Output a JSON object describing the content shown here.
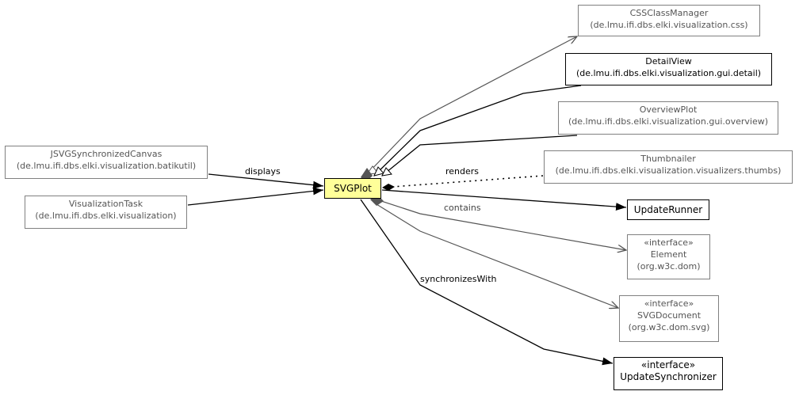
{
  "nodes": {
    "css_class_manager": {
      "name": "CSSClassManager",
      "package": "(de.lmu.ifi.dbs.elki.visualization.css)"
    },
    "detail_view": {
      "name": "DetailView",
      "package": "(de.lmu.ifi.dbs.elki.visualization.gui.detail)"
    },
    "overview_plot": {
      "name": "OverviewPlot",
      "package": "(de.lmu.ifi.dbs.elki.visualization.gui.overview)"
    },
    "thumbnailer": {
      "name": "Thumbnailer",
      "package": "(de.lmu.ifi.dbs.elki.visualization.visualizers.thumbs)"
    },
    "jsvg_canvas": {
      "name": "JSVGSynchronizedCanvas",
      "package": "(de.lmu.ifi.dbs.elki.visualization.batikutil)"
    },
    "visualization_task": {
      "name": "VisualizationTask",
      "package": "(de.lmu.ifi.dbs.elki.visualization)"
    },
    "svg_plot": {
      "name": "SVGPlot"
    },
    "update_runner": {
      "name": "UpdateRunner"
    },
    "element": {
      "stereotype": "«interface»",
      "name": "Element",
      "package": "(org.w3c.dom)"
    },
    "svg_document": {
      "stereotype": "«interface»",
      "name": "SVGDocument",
      "package": "(org.w3c.dom.svg)"
    },
    "update_synchronizer": {
      "stereotype": "«interface»",
      "name": "UpdateSynchronizer"
    }
  },
  "edges": {
    "displays": "displays",
    "renders": "renders",
    "contains": "contains",
    "synchronizes_with": "synchronizesWith"
  }
}
